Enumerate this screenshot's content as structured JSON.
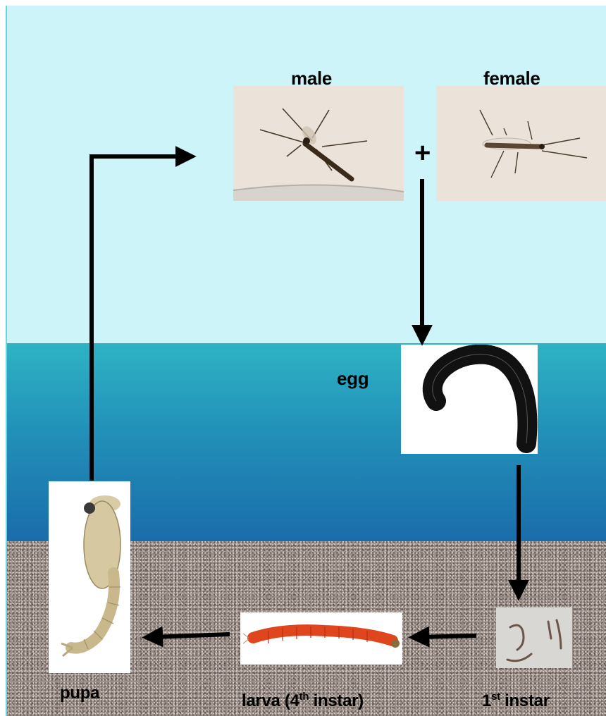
{
  "stages": {
    "male": "male",
    "female": "female",
    "egg": "egg",
    "first_instar_num": "1",
    "first_instar_sup": "st",
    "first_instar_text": " instar",
    "larva_text": "larva (4",
    "larva_sup": "th",
    "larva_tail": " instar)",
    "pupa": "pupa"
  },
  "plus_sign": "+",
  "colors": {
    "sky": "#cdf4f9",
    "water_top": "#2eb3c5",
    "water_bottom": "#1a6cab",
    "sediment": "#9b8f88",
    "arrow": "#000000",
    "larva": "#e0461e"
  }
}
